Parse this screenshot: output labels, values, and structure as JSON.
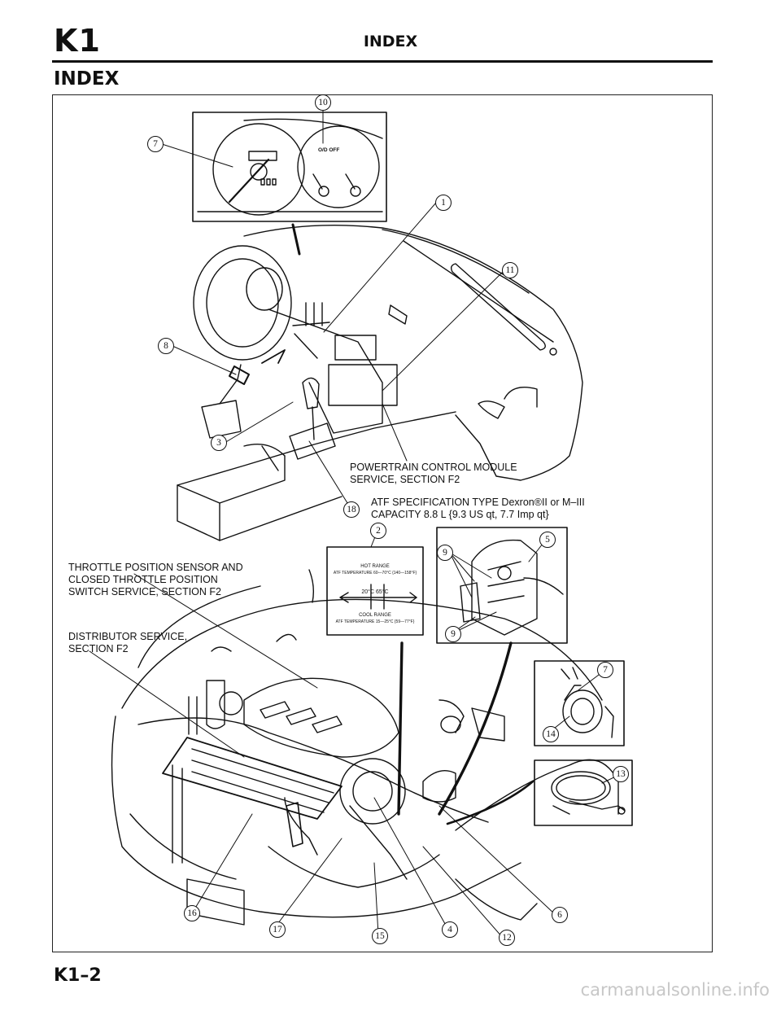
{
  "header": {
    "section": "K1",
    "title": "INDEX"
  },
  "heading": "INDEX",
  "labels": {
    "pcm_line1": "POWERTRAIN CONTROL MODULE",
    "pcm_line2": "SERVICE, SECTION F2",
    "atf_line1": "ATF SPECIFICATION TYPE Dexron®II or M–III",
    "atf_line2": "CAPACITY 8.8 L {9.3 US qt, 7.7 Imp qt}",
    "tps_line1": "THROTTLE POSITION SENSOR AND",
    "tps_line2": "CLOSED THROTTLE POSITION",
    "tps_line3": "SWITCH SERVICE, SECTION F2",
    "dist_line1": "DISTRIBUTOR SERVICE,",
    "dist_line2": "SECTION F2"
  },
  "dipstick": {
    "hot_range": "HOT RANGE",
    "hot_temp": "ATF TEMPERATURE 60—70°C {140—158°F}",
    "marks": "20°C  65°C",
    "cool_range": "COOL RANGE",
    "cool_temp": "ATF TEMPERATURE 15—25°C {59—77°F}"
  },
  "od_switch": "O/D OFF",
  "callouts": {
    "c1": "1",
    "c2": "2",
    "c3": "3",
    "c4": "4",
    "c5": "5",
    "c6": "6",
    "c7a": "7",
    "c7b": "7",
    "c8": "8",
    "c9a": "9",
    "c9b": "9",
    "c10": "10",
    "c11": "11",
    "c12": "12",
    "c13": "13",
    "c14": "14",
    "c15": "15",
    "c16": "16",
    "c17": "17",
    "c18": "18"
  },
  "footer": {
    "page": "K1–2"
  },
  "watermark": "carmanualsonline.info"
}
